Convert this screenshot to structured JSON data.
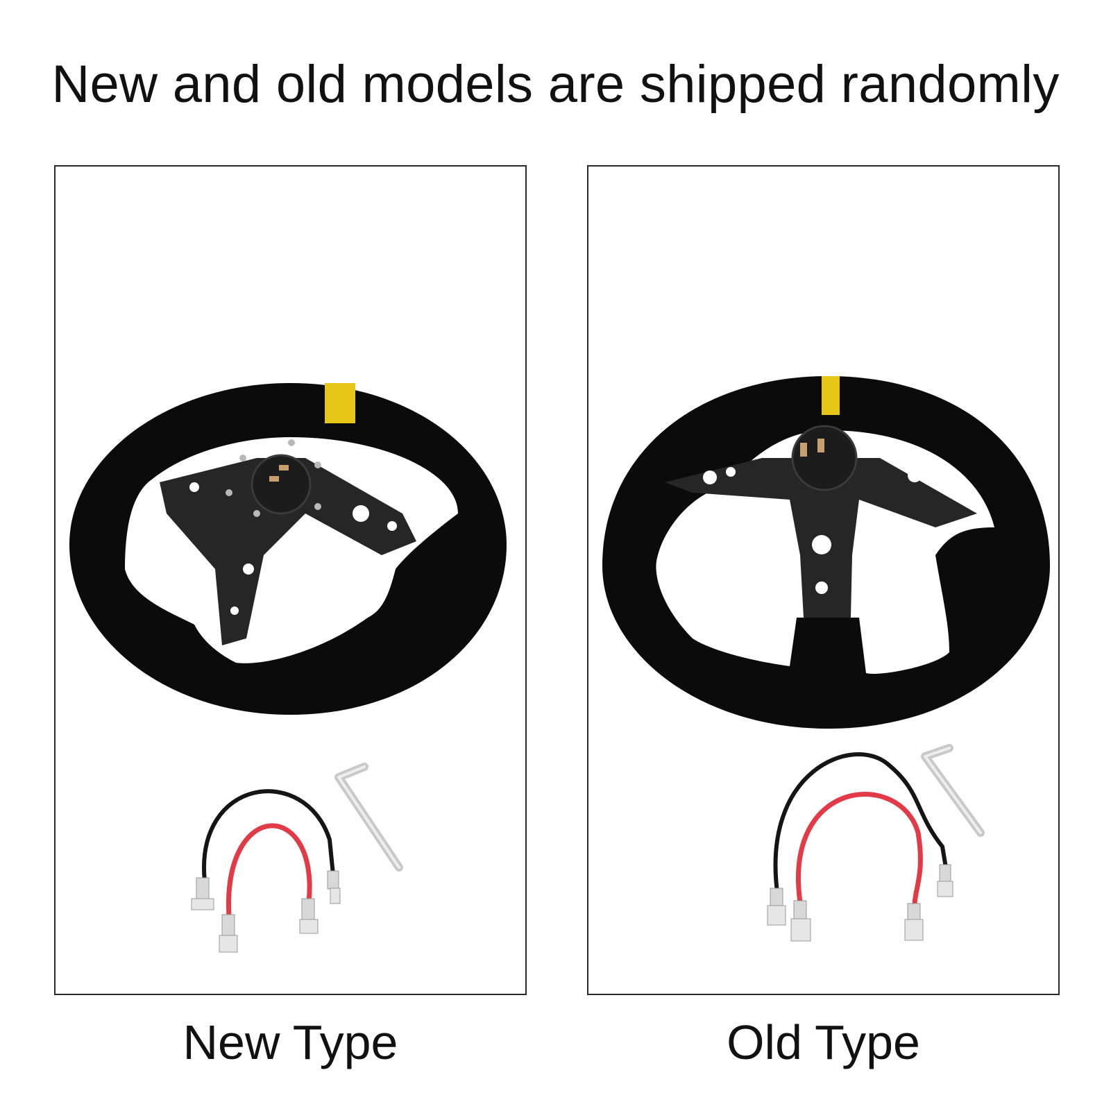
{
  "headline": "New and old models are shipped randomly",
  "panels": [
    {
      "caption": "New Type"
    },
    {
      "caption": "Old Type"
    }
  ],
  "colors": {
    "suede": "#0b0b0b",
    "center_stripe": "#e6c619",
    "spoke_metal": "#262626",
    "wire_red": "#e23a46",
    "wire_black": "#151515",
    "connector": "#d8d8d8",
    "allen_key": "#c9c9c9",
    "panel_border": "#2a2a2a"
  },
  "icons": [
    "steering-wheel-icon",
    "horn-wire-icon",
    "allen-key-icon"
  ]
}
